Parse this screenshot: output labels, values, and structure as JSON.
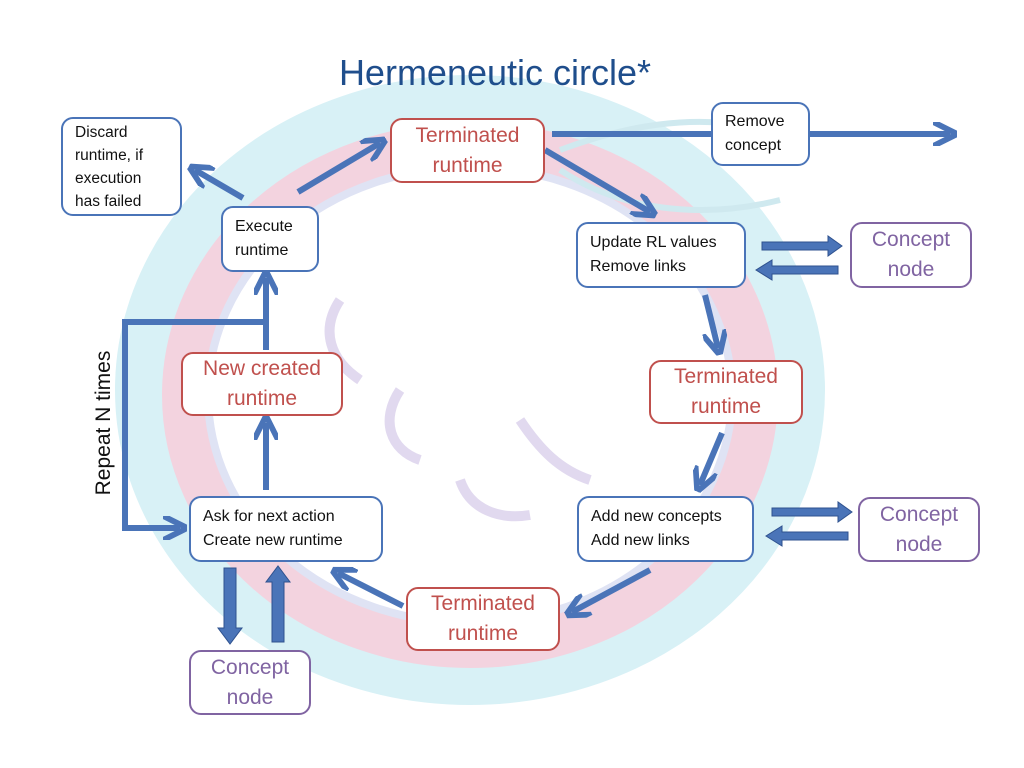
{
  "title": "Hermeneutic circle*",
  "nodes": {
    "discard": [
      "Discard",
      "runtime, if",
      "execution",
      "has failed"
    ],
    "execute": [
      "Execute",
      "runtime"
    ],
    "terminated_top": [
      "Terminated",
      "runtime"
    ],
    "remove_concept": [
      "Remove",
      "concept"
    ],
    "update_rl": [
      "Update RL values",
      "Remove links"
    ],
    "concept_right_top": [
      "Concept",
      "node"
    ],
    "terminated_right": [
      "Terminated",
      "runtime"
    ],
    "new_created": [
      "New created",
      "runtime"
    ],
    "ask_next": [
      "Ask for next action",
      "Create new runtime"
    ],
    "add_concepts": [
      "Add new concepts",
      "Add new links"
    ],
    "concept_right_bottom": [
      "Concept",
      "node"
    ],
    "terminated_bottom": [
      "Terminated",
      "runtime"
    ],
    "concept_bottom_left": [
      "Concept",
      "node"
    ]
  },
  "loop_label": "Repeat N times",
  "colors": {
    "title": "#1f4e8c",
    "arrow": "#4a74b8",
    "action_box_border": "#4a74b8",
    "runtime_box": "#c0504d",
    "concept_box": "#8064a2"
  }
}
